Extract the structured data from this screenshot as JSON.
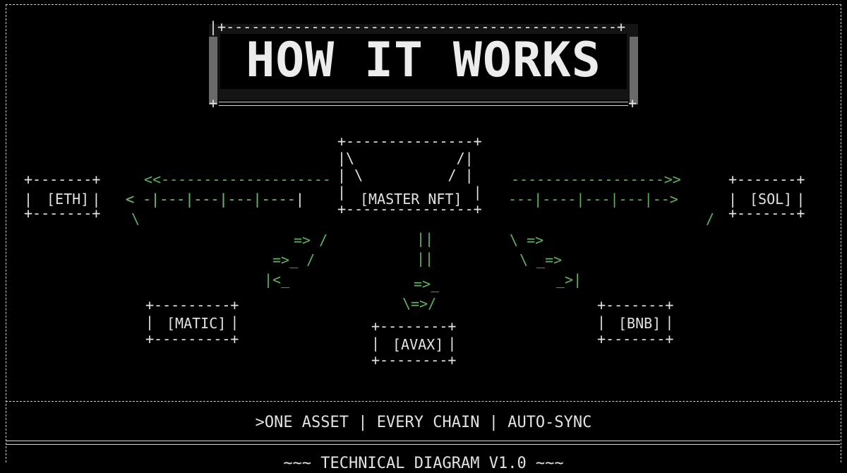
{
  "title": "HOW IT WORKS",
  "nodes": {
    "master": "[MASTER NFT]",
    "eth": "[ETH]",
    "sol": "[SOL]",
    "matic": "[MATIC]",
    "avax": "[AVAX]",
    "bnb": "[BNB]"
  },
  "tagline": ">ONE ASSET | EVERY CHAIN | AUTO-SYNC",
  "footer": "~~~ TECHNICAL DIAGRAM V1.0 ~~~",
  "colors": {
    "background": "#000000",
    "text": "#e2e2e2",
    "arrow": "#5fb35f"
  }
}
